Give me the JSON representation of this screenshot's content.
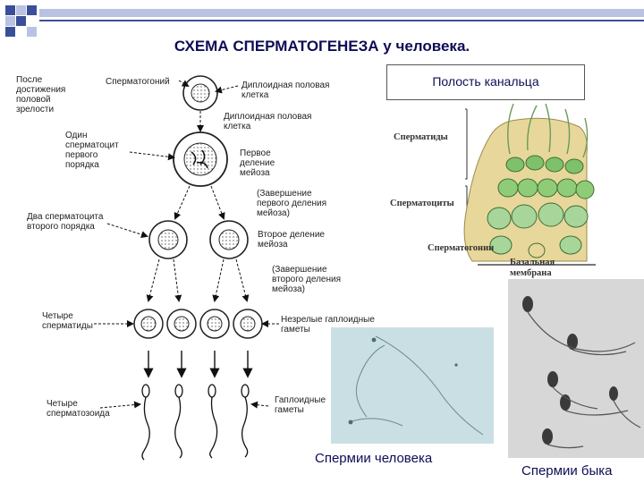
{
  "title": "СХЕМА СПЕРМАТОГЕНЕЗА у человека.",
  "scheme_labels": {
    "after_maturity": "После\nдостижения\nполовой\nзрелости",
    "spermatogonium": "Сперматогоний",
    "diploid_cell_1": "Диплоидная половая\nклетка",
    "diploid_cell_2": "Диплоидная половая\nклетка",
    "one_spermatocyte": "Один\nсперматоцит\nпервого\nпорядка",
    "first_division": "Первое\nделение\nмейоза",
    "completion_first": "(Завершение\nпервого деления\nмейоза)",
    "two_spermatocytes": "Два сперматоцита\nвторого порядка",
    "second_division": "Второе деление\nмейоза",
    "completion_second": "(Завершение\nвторого деления\nмейоза)",
    "four_spermatids": "Четыре\nсперматиды",
    "immature_gametes": "Незрелые гаплоидные\nгаметы",
    "four_spermatozoa": "Четыре\nсперматозоида",
    "haploid_gametes": "Гаплоидные\nгаметы"
  },
  "tubule": {
    "cavity_label": "Полость канальца",
    "spermatids": "Сперматиды",
    "spermatocytes": "Сперматоциты",
    "spermatogonia": "Сперматогонии",
    "basal_membrane": "Базальная\nмембрана"
  },
  "captions": {
    "human": "Спермии человека",
    "bull": "Спермии быка"
  },
  "colors": {
    "title": "#0d0d55",
    "deco_blue": "#3a4f9a",
    "deco_light": "#b9c2e0",
    "cell_green": "#7fc06a",
    "tubule_tan": "#e8d79a"
  }
}
